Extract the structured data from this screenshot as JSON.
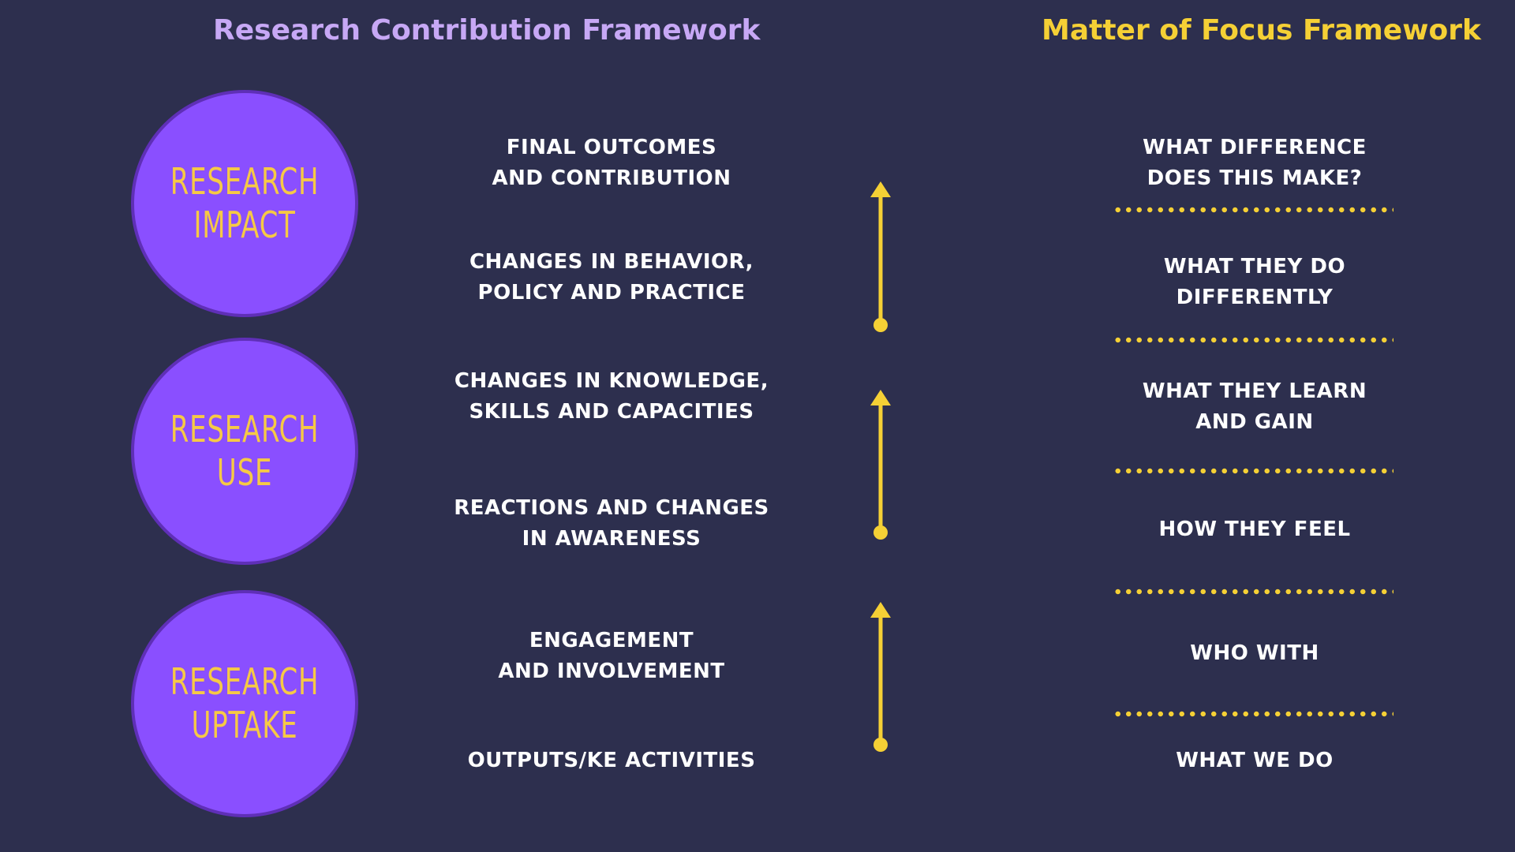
{
  "headings": {
    "left": "Research Contribution Framework",
    "right": "Matter of Focus Framework"
  },
  "circles": [
    {
      "label": "RESEARCH\nIMPACT"
    },
    {
      "label": "RESEARCH\nUSE"
    },
    {
      "label": "RESEARCH\nUPTAKE"
    }
  ],
  "stages": [
    "FINAL OUTCOMES\nAND CONTRIBUTION",
    "CHANGES IN BEHAVIOR,\nPOLICY AND PRACTICE",
    "CHANGES IN KNOWLEDGE,\nSKILLS AND CAPACITIES",
    "REACTIONS AND CHANGES\nIN AWARENESS",
    "ENGAGEMENT\nAND INVOLVEMENT",
    "OUTPUTS/KE ACTIVITIES"
  ],
  "focus": [
    "WHAT DIFFERENCE\nDOES THIS MAKE?",
    "WHAT THEY DO\nDIFFERENTLY",
    "WHAT THEY LEARN\nAND GAIN",
    "HOW THEY FEEL",
    "WHO WITH",
    "WHAT WE DO"
  ],
  "colors": {
    "background": "#2d2f4e",
    "circle_fill": "#8a4fff",
    "circle_border": "#5f2fb7",
    "accent_yellow": "#f5d035",
    "left_heading": "#c7a8f5",
    "text": "#ffffff"
  }
}
